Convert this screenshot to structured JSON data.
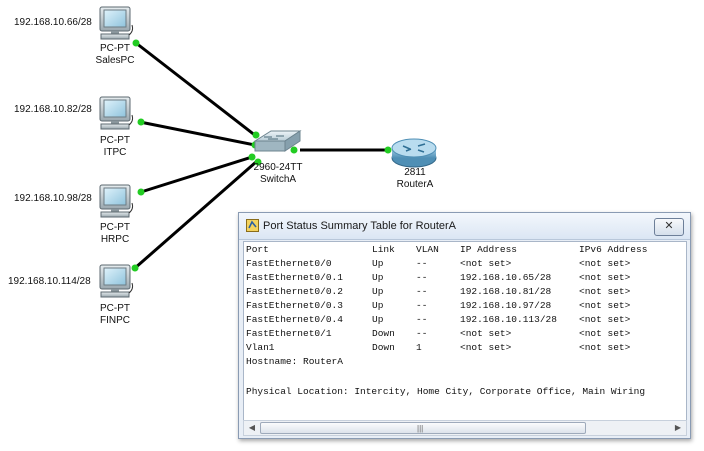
{
  "topology": {
    "pcs": [
      {
        "ip": "192.168.10.66/28",
        "model": "PC-PT",
        "name": "SalesPC"
      },
      {
        "ip": "192.168.10.82/28",
        "model": "PC-PT",
        "name": "ITPC"
      },
      {
        "ip": "192.168.10.98/28",
        "model": "PC-PT",
        "name": "HRPC"
      },
      {
        "ip": "192.168.10.114/28",
        "model": "PC-PT",
        "name": "FINPC"
      }
    ],
    "switch": {
      "model": "2960-24TT",
      "name": "SwitchA"
    },
    "router": {
      "model": "2811",
      "name": "RouterA"
    },
    "link_color": "#000000",
    "link_light_color": "#22cc22"
  },
  "window": {
    "title": "Port Status Summary Table for RouterA",
    "close_label": "✕",
    "columns": [
      "Port",
      "Link",
      "VLAN",
      "IP Address",
      "IPv6 Address"
    ],
    "rows": [
      [
        "FastEthernet0/0",
        "Up",
        "--",
        "<not set>",
        "<not set>"
      ],
      [
        "FastEthernet0/0.1",
        "Up",
        "--",
        "192.168.10.65/28",
        "<not set>"
      ],
      [
        "FastEthernet0/0.2",
        "Up",
        "--",
        "192.168.10.81/28",
        "<not set>"
      ],
      [
        "FastEthernet0/0.3",
        "Up",
        "--",
        "192.168.10.97/28",
        "<not set>"
      ],
      [
        "FastEthernet0/0.4",
        "Up",
        "--",
        "192.168.10.113/28",
        "<not set>"
      ],
      [
        "FastEthernet0/1",
        "Down",
        "--",
        "<not set>",
        "<not set>"
      ],
      [
        "Vlan1",
        "Down",
        "1",
        "<not set>",
        "<not set>"
      ]
    ],
    "hostname": "Hostname: RouterA",
    "location": "Physical Location: Intercity, Home City, Corporate Office, Main Wiring",
    "scroll_left": "◀",
    "scroll_right": "▶",
    "scroll_grip": "|||"
  }
}
